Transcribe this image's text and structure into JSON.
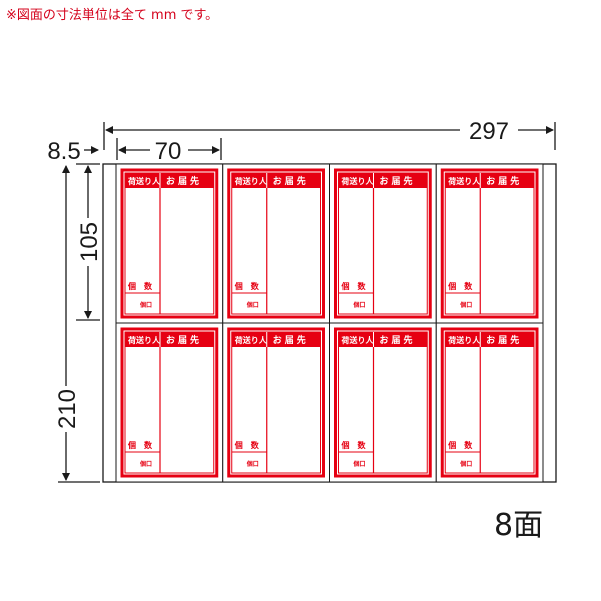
{
  "note": "※図面の寸法単位は全て mm です。",
  "dimensions": {
    "total_width": "297",
    "margin": "8.5",
    "label_width": "70",
    "label_height": "105",
    "total_height": "210"
  },
  "sheet": {
    "columns": 4,
    "rows": 2,
    "label_count_text": "8面"
  },
  "label_template": {
    "sender": "荷送り人",
    "recipient": "お届先",
    "count": "個　数",
    "unit": "個口",
    "accent_color": "#e60012"
  }
}
